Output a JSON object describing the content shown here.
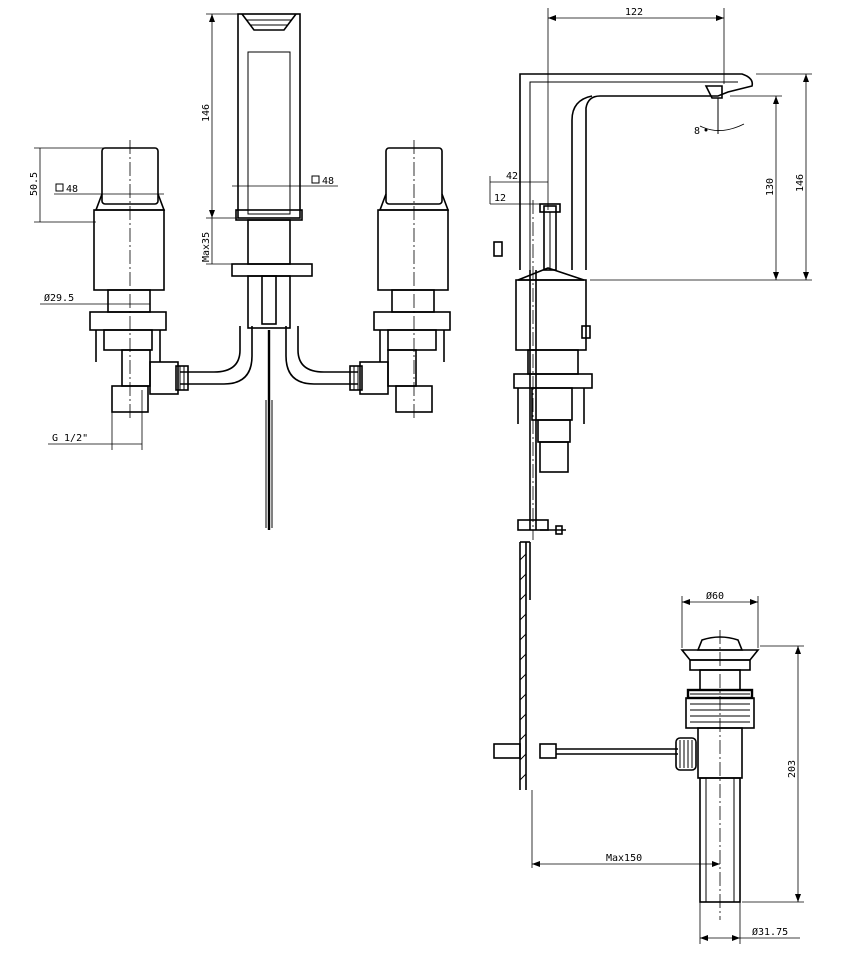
{
  "dimensions": {
    "spout_height_front": "146",
    "spout_square_front": "48",
    "max_deck_front": "Max35",
    "handle_height": "50.5",
    "handle_square": "48",
    "handle_diameter": "Ø29.5",
    "thread": "G 1/2\"",
    "side_reach": "122",
    "side_offset": "42",
    "side_small": "12",
    "spout_clearance": "130",
    "side_height": "146",
    "drain_diameter": "Ø60",
    "drain_length": "203",
    "rod_max": "Max150",
    "tail_diameter": "Ø31.75"
  }
}
